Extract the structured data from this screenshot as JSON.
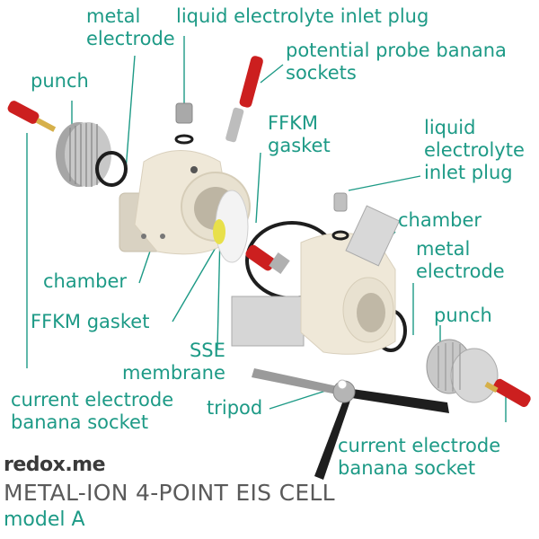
{
  "brand": "redox.me",
  "title_line1": "METAL-ION 4-POINT EIS CELL",
  "title_line2": "model A",
  "colors": {
    "label": "#1d9a86",
    "body": "#efe8d8",
    "red": "#cc1f1f",
    "metal": "#b8b8b8",
    "black": "#1e1e1e"
  },
  "labels": {
    "metal_electrode_top": "metal\nelectrode",
    "liquid_inlet_top": "liquid electrolyte inlet plug",
    "potential_probe": "potential probe banana\nsockets",
    "punch_left": "punch",
    "ffkm_gasket_top": "FFKM\ngasket",
    "liquid_inlet_right": "liquid\nelectrolyte\ninlet plug",
    "chamber_right": "chamber",
    "metal_electrode_right": "metal\nelectrode",
    "chamber_left": "chamber",
    "ffkm_gasket_left": "FFKM gasket",
    "punch_right": "punch",
    "sse_membrane": "SSE\nmembrane",
    "current_electrode_left": "current electrode\nbanana socket",
    "tripod": "tripod",
    "current_electrode_right": "current electrode\nbanana socket"
  }
}
